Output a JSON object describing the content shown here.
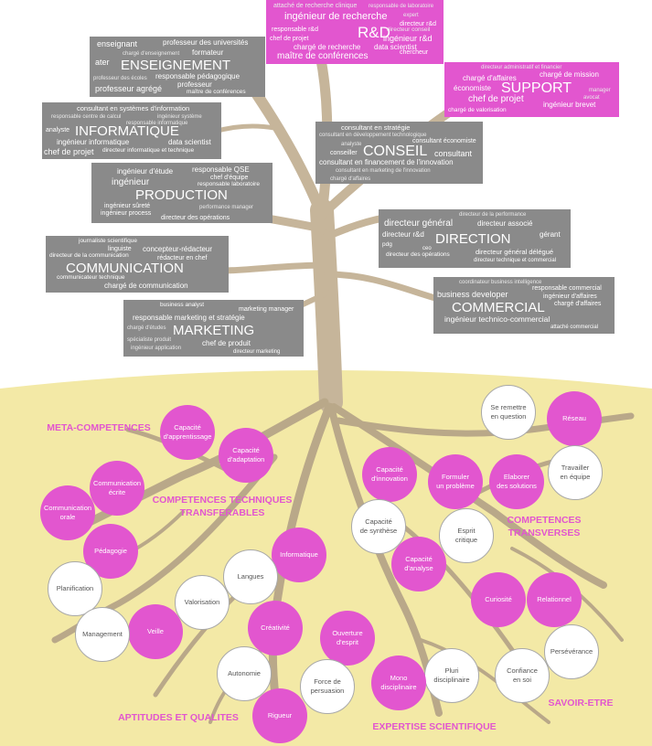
{
  "colors": {
    "pink": "#e256cf",
    "gray": "#8a8a8a",
    "ground": "#f3e9a6",
    "trunk": "#c6b59a",
    "roots": "#b9a889"
  },
  "job_boxes": {
    "rd": {
      "title": "R&D",
      "words": [
        "attaché de recherche clinique",
        "responsable de laboratoire",
        "ingénieur de recherche",
        "expert",
        "responsable r&d",
        "directeur r&d",
        "directeur conseil",
        "chef de projet",
        "ingénieur r&d",
        "data scientist",
        "chargé de recherche",
        "chercheur",
        "maître de conférences"
      ]
    },
    "enseignement": {
      "title": "ENSEIGNEMENT",
      "words": [
        "enseignant",
        "professeur des universités",
        "chargé d'enseignement",
        "formateur",
        "ater",
        "responsable pédagogique",
        "professeur des écoles",
        "professeur",
        "professeur agrégé",
        "maître de conférences"
      ]
    },
    "support": {
      "title": "SUPPORT",
      "words": [
        "directeur administratif et financier",
        "chargé de mission",
        "chargé d'affaires",
        "économiste",
        "manager",
        "chef de projet",
        "avocat",
        "ingénieur brevet",
        "chargé de valorisation"
      ]
    },
    "informatique": {
      "title": "INFORMATIQUE",
      "words": [
        "consultant en systèmes d'information",
        "responsable centre de calcul",
        "ingénieur système",
        "responsable informatique",
        "analyste",
        "ingénieur informatique",
        "data scientist",
        "chef de projet",
        "directeur informatique et technique"
      ]
    },
    "conseil": {
      "title": "CONSEIL",
      "words": [
        "consultant en stratégie",
        "consultant en développement technologique",
        "consultant économiste",
        "analyste",
        "conseiller",
        "consultant",
        "consultant en financement de l'innovation",
        "consultant en marketing de l'innovation",
        "chargé d'affaires"
      ]
    },
    "production": {
      "title": "PRODUCTION",
      "words": [
        "ingénieur d'étude",
        "responsable QSE",
        "chef d'équipe",
        "ingénieur",
        "responsable laboratoire",
        "ingénieur sûreté",
        "performance manager",
        "ingénieur process",
        "directeur des opérations"
      ]
    },
    "direction": {
      "title": "DIRECTION",
      "words": [
        "directeur de la performance",
        "directeur général",
        "directeur associé",
        "directeur r&d",
        "gérant",
        "pdg",
        "ceo",
        "directeur des opérations",
        "directeur général délégué",
        "directeur technique et commercial"
      ]
    },
    "communication": {
      "title": "COMMUNICATION",
      "words": [
        "journaliste scientifique",
        "linguiste",
        "concepteur-rédacteur",
        "directeur de la communication",
        "rédacteur en chef",
        "communicateur technique",
        "chargé de communication"
      ]
    },
    "commercial": {
      "title": "COMMERCIAL",
      "words": [
        "coordinateur business intelligence",
        "responsable commercial",
        "business developer",
        "ingénieur d'affaires",
        "chargé d'affaires",
        "ingénieur technico-commercial",
        "attaché commercial"
      ]
    },
    "marketing": {
      "title": "MARKETING",
      "words": [
        "business analyst",
        "marketing manager",
        "responsable marketing et stratégie",
        "chargé d'études",
        "spécialiste produit",
        "chef de produit",
        "ingénieur application",
        "directeur marketing"
      ]
    }
  },
  "categories": {
    "meta": "META-COMPETENCES",
    "techniques": "COMPETENCES TECHNIQUES\nTRANSFERABLES",
    "transverses": "COMPETENCES\nTRANSVERSES",
    "aptitudes": "APTITUDES ET QUALITES",
    "expertise": "EXPERTISE SCIENTIFIQUE",
    "savoir": "SAVOIR-ETRE"
  },
  "skills": {
    "capacite_apprentissage": "Capacité\nd'apprentissage",
    "capacite_adaptation": "Capacité\nd'adaptation",
    "se_remettre": "Se remettre\nen question",
    "reseau": "Réseau",
    "communication_ecrite": "Communication\nécrite",
    "communication_orale": "Communication\norale",
    "capacite_innovation": "Capacité\nd'innovation",
    "formuler_probleme": "Formuler\nun problème",
    "elaborer_solutions": "Elaborer\ndes solutions",
    "travailler_equipe": "Travailler\nen équipe",
    "capacite_synthese": "Capacité\nde synthèse",
    "esprit_critique": "Esprit\ncritique",
    "pedagogie": "Pédagogie",
    "informatique": "Informatique",
    "capacite_analyse": "Capacité\nd'analyse",
    "langues": "Langues",
    "planification": "Planification",
    "valorisation": "Valorisation",
    "curiosite": "Curiosité",
    "relationnel": "Relationnel",
    "creativite": "Créativité",
    "veille": "Veille",
    "management": "Management",
    "ouverture_esprit": "Ouverture\nd'esprit",
    "perseverance": "Persévérance",
    "autonomie": "Autonomie",
    "pluri": "Pluri\ndisciplinaire",
    "confiance": "Confiance\nen soi",
    "mono": "Mono\ndisciplinaire",
    "force_persuasion": "Force de\npersuasion",
    "rigueur": "Rigueur"
  }
}
